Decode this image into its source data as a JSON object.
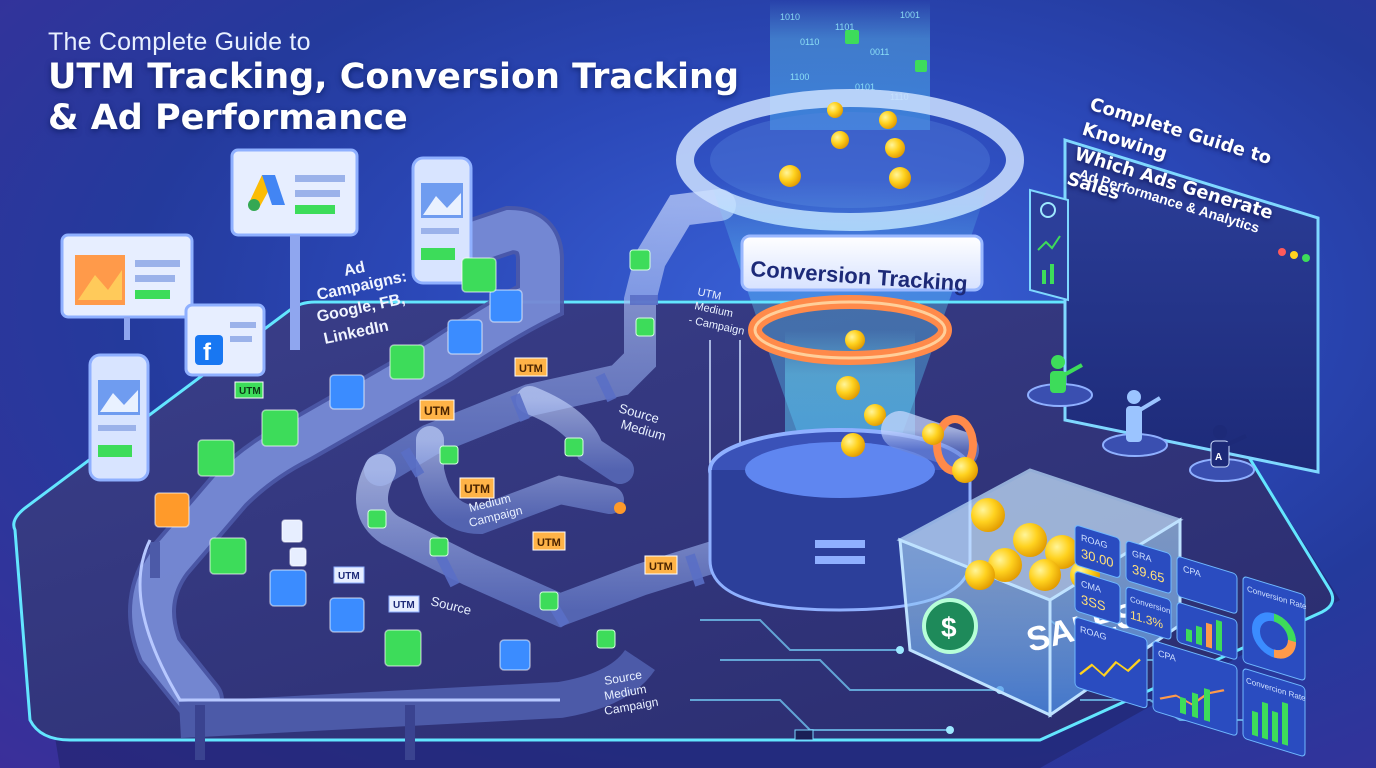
{
  "header": {
    "pretitle": "The Complete Guide to",
    "title_line1": "UTM Tracking, Conversion Tracking",
    "title_line2": "& Ad Performance"
  },
  "side_title": {
    "line1": "Complete Guide to Knowing",
    "line2": "Which Ads Generate Sales"
  },
  "campaigns": {
    "line1": "Ad",
    "line2": "Campaigns:",
    "line3": "Google, FB,",
    "line4": "LinkedIn"
  },
  "funnel": {
    "band_label": "Conversion Tracking"
  },
  "tags": {
    "utm": "UTM",
    "utm_top": "UTM",
    "utm_top_sub1": "Medium",
    "utm_top_sub2": "- Campaign",
    "source_medium_1": "Source",
    "source_medium_2": "Medium",
    "medium_campaign_1": "Medium",
    "medium_campaign_2": "Campaign",
    "source": "Source",
    "smc_1": "Source",
    "smc_2": "Medium",
    "smc_3": "Campaign"
  },
  "sales": {
    "label": "SALES",
    "dollar": "$"
  },
  "dashboard": {
    "title": "Ad Performance & Analytics",
    "roas_label": "ROAG",
    "roas_value": "30.00",
    "gra_label": "GRA",
    "gra_value": "39.65",
    "cpa_label": "CPA",
    "cma_label": "CMA",
    "cma_value": "3SS",
    "conv_label": "Conversion",
    "conv_value": "11.3%",
    "conv_rate_label": "Conversion Rate",
    "roag_label2": "ROAG",
    "cpa_label2": "CPA",
    "conv_rate_label2": "Convercion Rate"
  },
  "colors": {
    "bg_blue": "#2b48b8",
    "cube_green": "#3ddc5a",
    "cube_blue": "#3b8cff",
    "cube_orange": "#ff9a2a",
    "coin_yellow": "#ffd21f",
    "funnel_orange": "#ff8a4a",
    "neon_cyan": "#5ee8ff"
  }
}
